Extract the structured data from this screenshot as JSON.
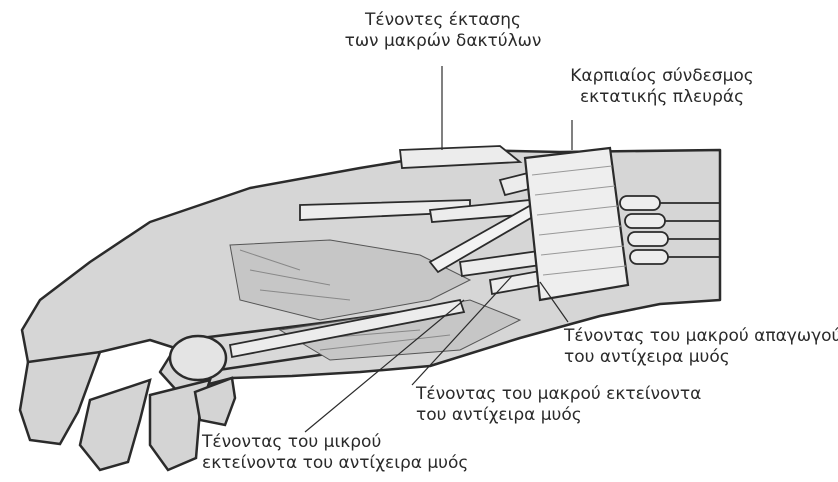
{
  "labels": {
    "ext_digitorum": {
      "line1": "Τένοντες έκτασης",
      "line2": "των μακρών δακτύλων"
    },
    "retinaculum": {
      "line1": "Καρπιαίος σύνδεσμος",
      "line2": "εκτατικής πλευράς"
    },
    "abd_longus": {
      "line1": "Τένοντας του μακρού απαγωγού",
      "line2": "του αντίχειρα μυός"
    },
    "ext_longus": {
      "line1": "Τένοντας του μακρού εκτείνοντα",
      "line2": "του αντίχειρα μυός"
    },
    "ext_brevis": {
      "line1": "Τένοντας του μικρού",
      "line2": "εκτείνοντα του αντίχειρα μυός"
    }
  },
  "colors": {
    "line": "#2b2b2b",
    "skin": "#d6d6d6",
    "muscle": "#c9c9c9",
    "tendon": "#ebebeb",
    "paper": "#ffffff"
  }
}
